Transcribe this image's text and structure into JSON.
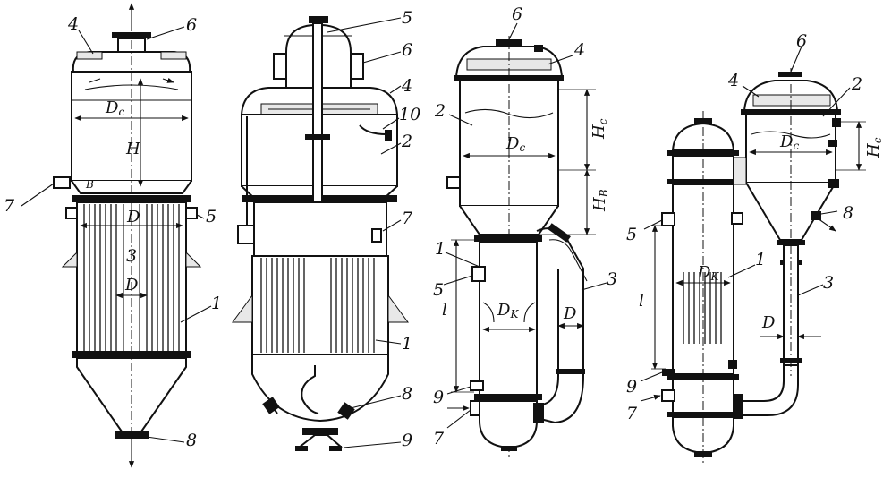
{
  "diagram": {
    "colors": {
      "ink": "#111111",
      "paper": "#ffffff"
    },
    "apparatus_a": {
      "labels": {
        "n4": "4",
        "n6": "6",
        "n7": "7",
        "n5": "5",
        "n3": "3",
        "n1": "1",
        "n8": "8"
      },
      "dims": {
        "dc": "D",
        "dc_sub": "c",
        "h": "H",
        "hv": "B",
        "d_shell": "D",
        "d_tube": "D"
      }
    },
    "apparatus_b": {
      "labels": {
        "n5": "5",
        "n6": "6",
        "n4": "4",
        "n10": "10",
        "n2": "2",
        "n7": "7",
        "n1": "1",
        "n8": "8",
        "n9": "9"
      }
    },
    "apparatus_c": {
      "labels": {
        "n6": "6",
        "n4": "4",
        "n2": "2",
        "n1": "1",
        "n5": "5",
        "n3": "3",
        "n9": "9",
        "n7": "7"
      },
      "dims": {
        "dc": "D",
        "dc_sub": "c",
        "hc": "H",
        "hc_sub": "c",
        "hb": "H",
        "hb_sub": "B",
        "dk": "D",
        "dk_sub": "K",
        "d": "D",
        "l": "l"
      }
    },
    "apparatus_d": {
      "labels": {
        "n6": "6",
        "n4": "4",
        "n2": "2",
        "n8": "8",
        "n5": "5",
        "n1": "1",
        "n3": "3",
        "n9": "9",
        "n7": "7"
      },
      "dims": {
        "dc": "D",
        "dc_sub": "c",
        "hc": "H",
        "hc_sub": "c",
        "dk": "D",
        "dk_sub": "K",
        "d": "D",
        "l": "l"
      }
    }
  }
}
